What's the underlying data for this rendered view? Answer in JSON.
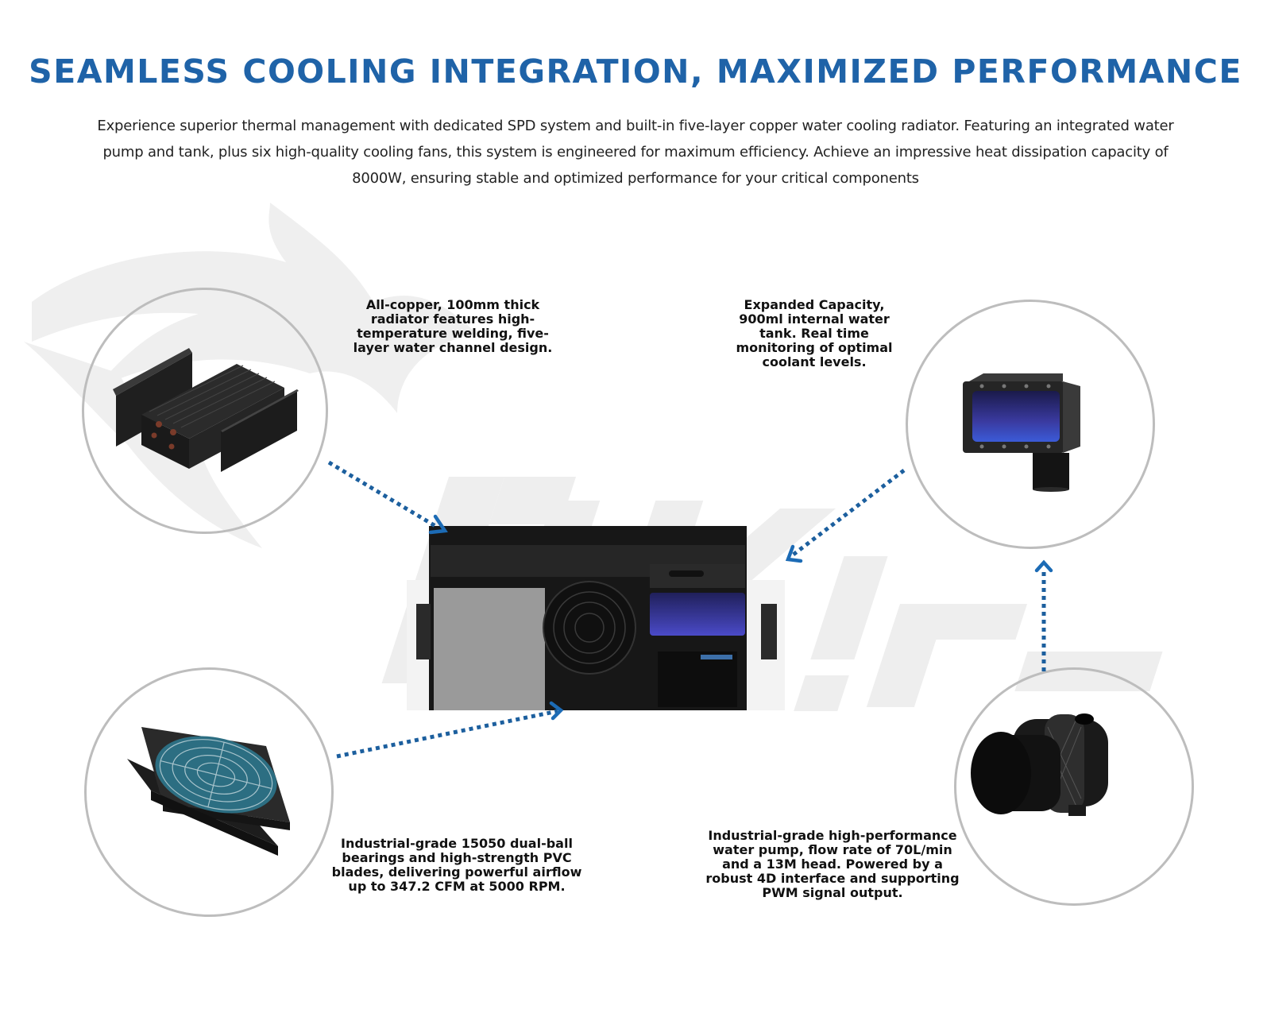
{
  "header": {
    "title": "SEAMLESS COOLING INTEGRATION, MAXIMIZED PERFORMANCE",
    "intro": "Experience superior thermal management with dedicated SPD system and built-in five-layer copper water cooling radiator. Featuring an integrated water pump and tank, plus six high-quality cooling fans, this system is engineered for maximum efficiency. Achieve an impressive heat dissipation capacity of 8000W, ensuring stable and optimized performance for your critical components"
  },
  "features": {
    "radiator": {
      "icon": "radiator-icon",
      "text": "All-copper, 100mm thick radiator features high-temperature welding, five-layer water channel design."
    },
    "tank": {
      "icon": "water-tank-icon",
      "text": "Expanded Capacity, 900ml internal water tank. Real time monitoring of optimal coolant levels."
    },
    "fan": {
      "icon": "cooling-fan-icon",
      "text": "Industrial-grade 15050 dual-ball bearings and high-strength PVC blades, delivering powerful airflow up to 347.2 CFM at 5000 RPM."
    },
    "pump": {
      "icon": "water-pump-icon",
      "text": "Industrial-grade high-performance water pump, flow rate of 70L/min and a 13M head. Powered by a robust 4D interface and supporting PWM signal output."
    }
  },
  "colors": {
    "title": "#1f63a8",
    "arrow": "#1c5f9e",
    "circle_border": "#bdbdbd",
    "watermark": "#ececec"
  }
}
